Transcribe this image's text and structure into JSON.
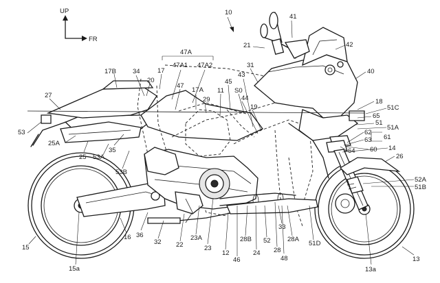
{
  "orientation": {
    "up": "UP",
    "forward": "FR"
  },
  "figure_number": "10",
  "labels": [
    "10",
    "21",
    "41",
    "42",
    "40",
    "47A",
    "47A1",
    "47A2",
    "17B",
    "34",
    "17",
    "20",
    "47",
    "17A",
    "45",
    "11",
    "S0",
    "43",
    "31",
    "44",
    "19",
    "29",
    "27",
    "53",
    "25A",
    "25",
    "53A",
    "35",
    "53B",
    "18",
    "51C",
    "65",
    "51",
    "51A",
    "61",
    "62",
    "63",
    "64",
    "60",
    "14",
    "26",
    "52A",
    "51B",
    "36",
    "32",
    "22",
    "23A",
    "23",
    "12",
    "28B",
    "52",
    "28",
    "33",
    "28A",
    "48",
    "51D",
    "46",
    "24",
    "15",
    "16",
    "15a",
    "13",
    "13a"
  ],
  "colors": {
    "ink": "#1a1a1a",
    "paper": "#ffffff",
    "shade": "#e6e6e6"
  }
}
